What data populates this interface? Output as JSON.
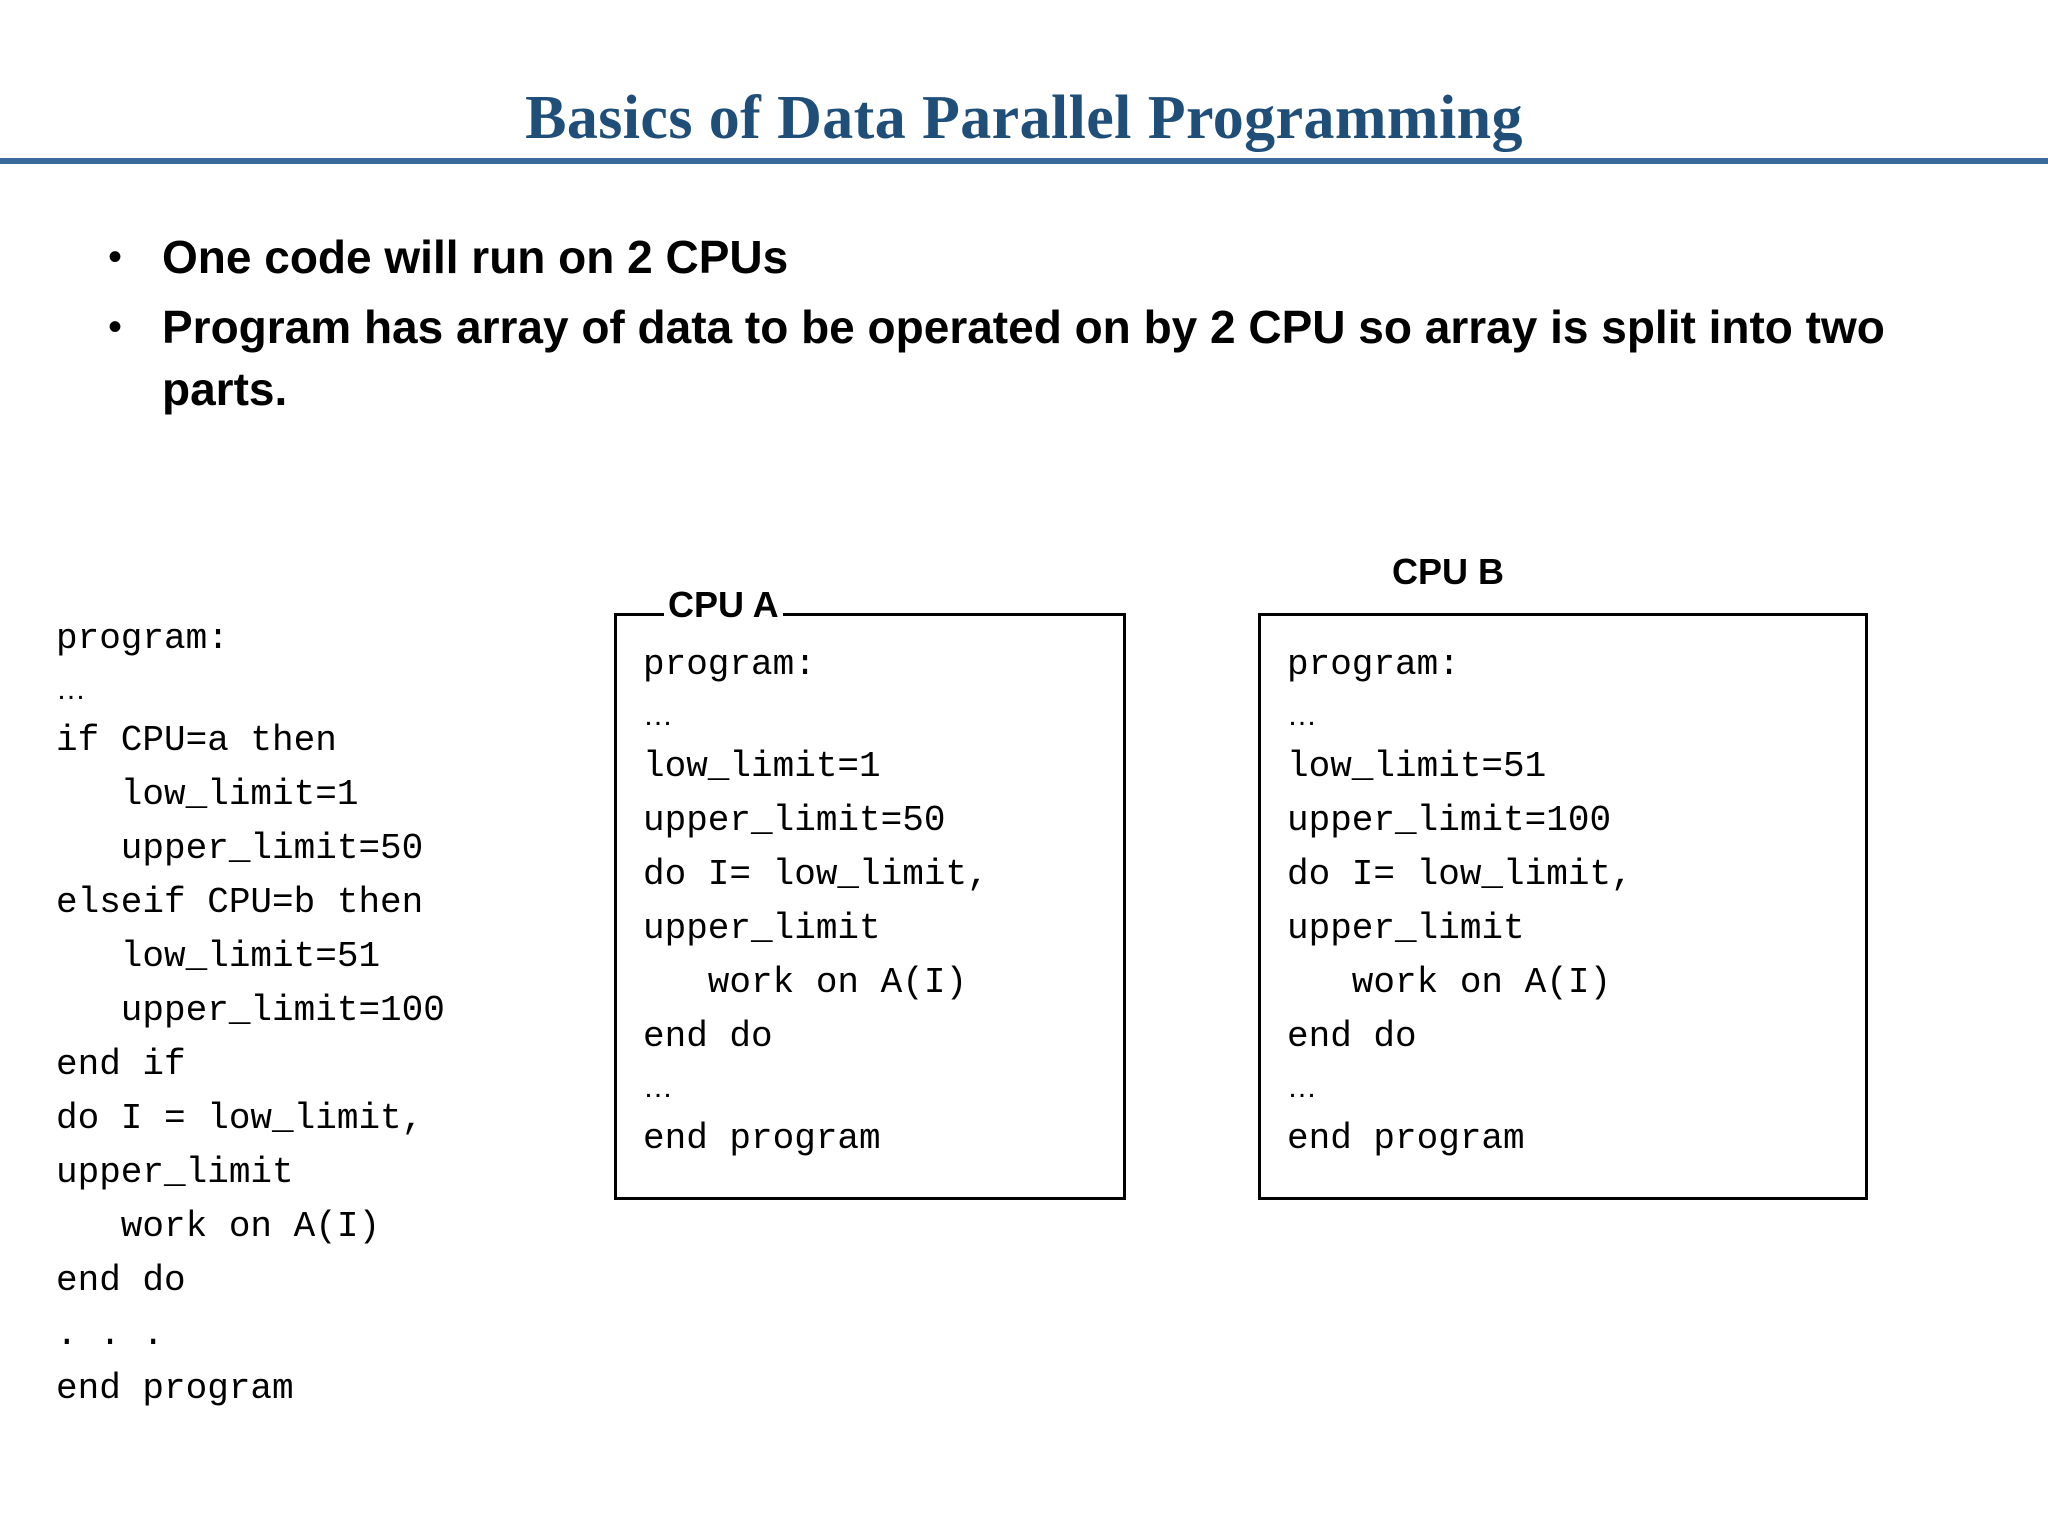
{
  "slide": {
    "title": "Basics of Data Parallel Programming",
    "title_color": "#1F4E79",
    "rule_color": "#3A6A9A",
    "background": "#FFFFFF"
  },
  "bullets": [
    {
      "marker": "•",
      "text": "One code will run on 2 CPUs"
    },
    {
      "marker": "•",
      "text": "Program has array of data to be operated on by 2 CPU so array is split into two parts."
    }
  ],
  "left_program": {
    "lines": [
      "program:",
      "…",
      "if CPU=a then",
      "   low_limit=1",
      "   upper_limit=50",
      "elseif CPU=b then",
      "   low_limit=51",
      "   upper_limit=100",
      "end if",
      "do I = low_limit,",
      "upper_limit",
      "   work on A(I)",
      "end do",
      ". . .",
      "end program"
    ]
  },
  "cpu_a": {
    "label": "CPU A",
    "lines": [
      "program:",
      "…",
      "low_limit=1",
      "upper_limit=50",
      "do I= low_limit,",
      "upper_limit",
      "   work on A(I)",
      "end do",
      "…",
      "end program"
    ]
  },
  "cpu_b": {
    "label": "CPU B",
    "lines": [
      "program:",
      "…",
      "low_limit=51",
      "upper_limit=100",
      "do I= low_limit,",
      "upper_limit",
      "   work on A(I)",
      "end do",
      "…",
      "end program"
    ]
  }
}
